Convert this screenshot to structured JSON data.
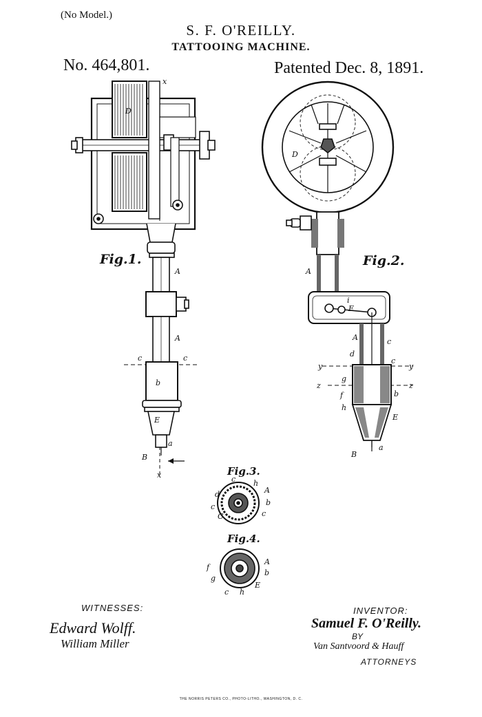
{
  "header": {
    "no_model": "(No Model.)",
    "inventor": "S. F. O'REILLY.",
    "title": "TATTOOING MACHINE.",
    "patent_no": "No. 464,801.",
    "patent_date": "Patented Dec. 8, 1891."
  },
  "figures": {
    "fig1": "Fig.1.",
    "fig2": "Fig.2.",
    "fig3": "Fig.3.",
    "fig4": "Fig.4."
  },
  "signatures": {
    "witnesses_heading": "WITNESSES:",
    "witness_1": "Edward Wolff.",
    "witness_2": "William Miller",
    "inventor_heading": "INVENTOR:",
    "inventor_name": "Samuel F. O'Reilly.",
    "by": "BY",
    "attorney_name": "Van Santvoord & Hauff",
    "attorneys_heading": "ATTORNEYS"
  },
  "footer": {
    "printer": "THE NORRIS PETERS CO., PHOTO-LITHO., WASHINGTON, D. C."
  },
  "reference_letters": {
    "fig1": [
      "x",
      "D",
      "A",
      "A",
      "c",
      "c",
      "b",
      "E",
      "a",
      "B",
      "x"
    ],
    "fig2": [
      "D",
      "A",
      "i",
      "E",
      "A",
      "c",
      "d",
      "y",
      "y",
      "c",
      "g",
      "z",
      "z",
      "f",
      "b",
      "h",
      "E",
      "a",
      "B"
    ],
    "fig3": [
      "c",
      "h",
      "A",
      "d",
      "b",
      "c",
      "c",
      "C"
    ],
    "fig4": [
      "A",
      "f",
      "b",
      "g",
      "E",
      "c",
      "h"
    ]
  }
}
